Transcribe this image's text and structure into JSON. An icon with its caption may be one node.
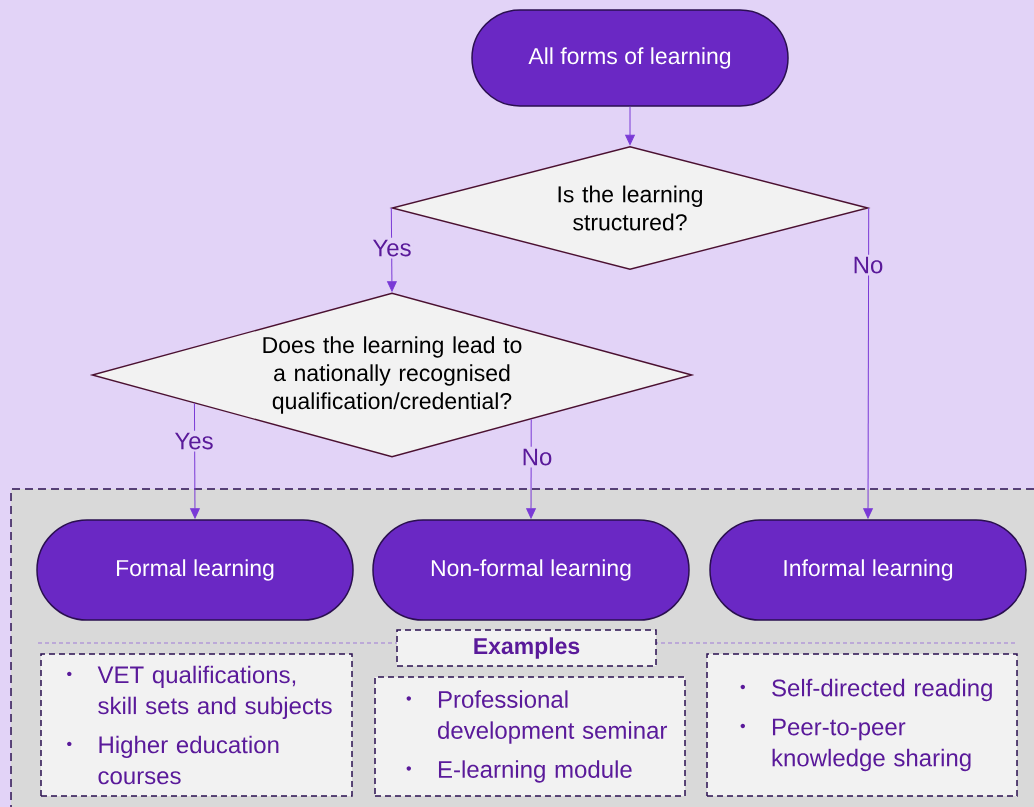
{
  "diagram": {
    "nodes": [
      {
        "text": [
          "All forms of learning"
        ]
      },
      {
        "text": [
          "Is the learning structured?"
        ]
      },
      {
        "text": [
          "Does the learning lead to a nationally recognised qualification/credential?"
        ]
      },
      {
        "text": [],
        "shape": "box"
      },
      {
        "text": [
          "Formal learning"
        ],
        "in": 3
      },
      {
        "text": [
          "Non-formal learning"
        ],
        "in": 3
      },
      {
        "text": [
          "Informal learning"
        ],
        "in": 3
      },
      {
        "text": [
          "Examples"
        ],
        "in": 3
      },
      {
        "text": [
          "VET qualifications, skill sets and subjects",
          "Higher education courses"
        ],
        "in": 3
      },
      {
        "text": [
          "Professional development seminar",
          "E-learning module"
        ],
        "in": 3
      },
      {
        "text": [
          "Self-directed reading",
          "Peer-to-peer knowledge sharing"
        ],
        "in": 3
      }
    ],
    "edges": [
      {
        "from": 0,
        "to": 1,
        "arrow": "to"
      },
      {
        "from": 1,
        "to": 2,
        "arrow": "to",
        "label": "Yes"
      },
      {
        "from": 2,
        "to": 4,
        "arrow": "to",
        "label": "Yes"
      },
      {
        "from": 2,
        "to": 5,
        "arrow": "to",
        "label": "No"
      },
      {
        "from": 1,
        "to": 6,
        "arrow": "to",
        "label": "No"
      }
    ]
  }
}
